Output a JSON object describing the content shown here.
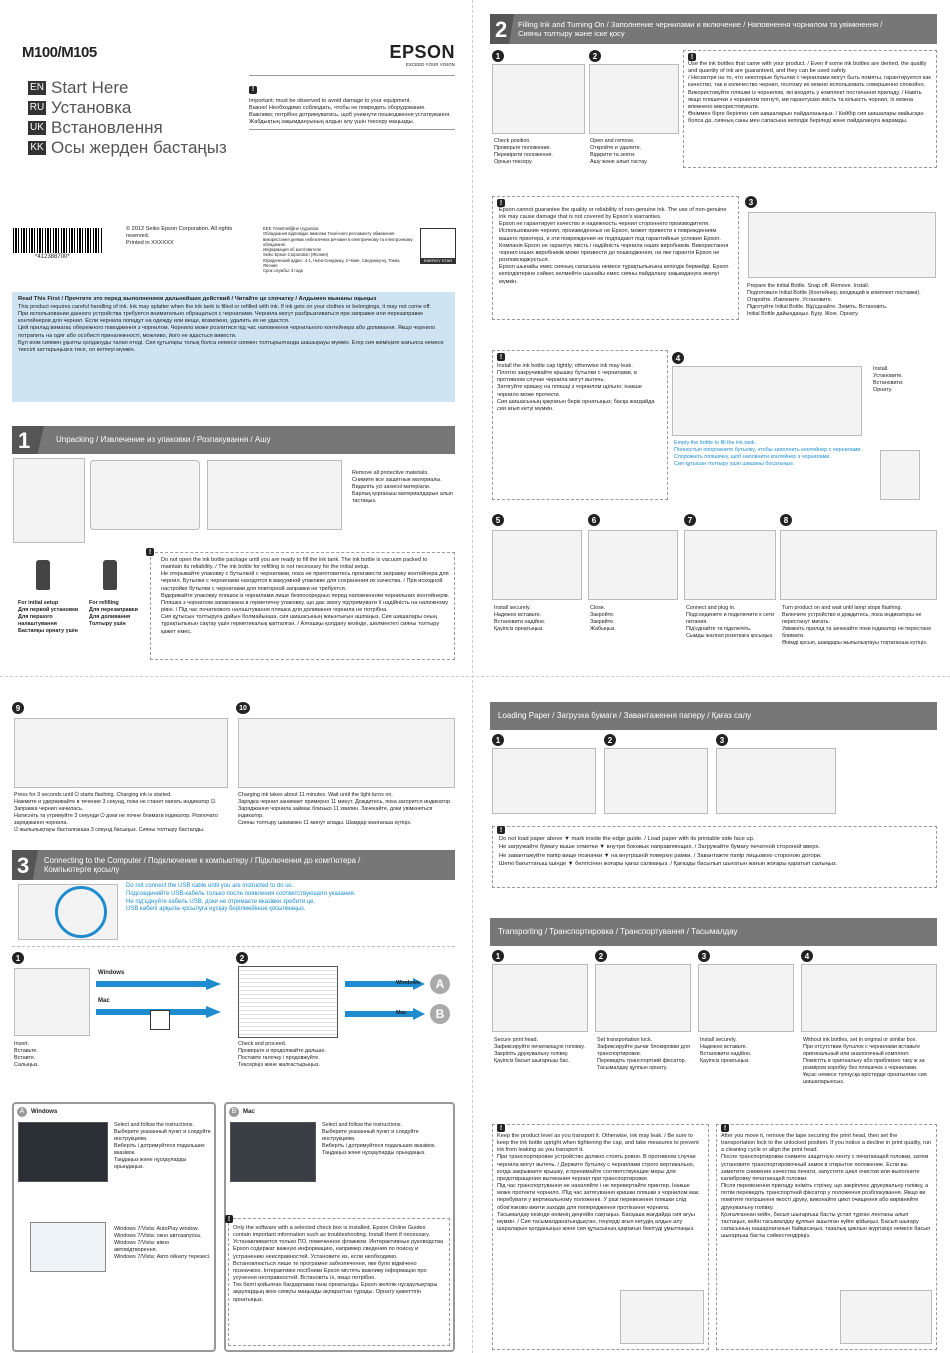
{
  "brand": {
    "logo": "EPSON",
    "tagline": "EXCEED YOUR VISION"
  },
  "model": "M100/M105",
  "titles": [
    {
      "code": "EN",
      "text": "Start Here"
    },
    {
      "code": "RU",
      "text": "Установка"
    },
    {
      "code": "UK",
      "text": "Встановлення"
    },
    {
      "code": "KK",
      "text": "Осы жерден бастаңыз"
    }
  ],
  "warning_top": "Important; must be observed to avoid damage to your equipment.\nВажно! Необходимо соблюдать, чтобы не повредить оборудование.\nВажливо; потрібно дотримуватись, щоб уникнути пошкодження устаткування.\nЖабдықтың зақымдануының алдын алу үшін тексеру маңызды.",
  "barcode_number": "*412388700*",
  "copyright": "© 2012 Seiko Epson Corporation. All rights reserved.\nPrinted in XXXXXX",
  "eee": "EEE Yönetmeliğine Uygundur.\nОбладнання відповідає вимогам Технічного регламенту обмеження використання деяких небезпечних речовин в електричному та електронному обладнанні.\nИнформация об изготовителе\nSeiko Epson Corporation (Япония)\nЮридический адрес: 4-1, Ниси-Синдзюку, 2-Чоме, Синдзюку-ку, Токио, Япония\nСрок службы: 3 года",
  "energy_star": "ENERGY STAR",
  "read_first_title": "Read This First / Прочтите это перед выполнением дальнейших действий / Читайте це спочатку / Алдымен мынаны оқыңыз",
  "read_first_body": "This product requires careful handling of ink. Ink may splatter when the ink tank is filled or refilled with ink. If ink gets on your clothes or belongings, it may not come off.\nПри использовании данного устройства требуется внимательно обращаться с чернилами. Чернила могут разбрызгиваться при заправке или перезаправке контейнеров для чернил. Если чернила попадут на одежду или вещи, возможно, удалить их не удастся.\nЦей прилад вимагає обережного поводження з чорнилом. Чорнило може розлитися під час наповнення чорнильного контейнера або доливання. Якщо чорнило потрапить на одяг або особисті приналежності, можливо, його не вдасться вивести.\nБұл өнім сиямен ұқыпты қолдануды талап етеді. Сия құтылары толық болса немесе сиямен толтырылғанда шашырауы мүмкін. Егер сия киіміңізге жағылса немесе тиесілі заттарыңызға тисе, ол кетпеуі мүмкін.",
  "sec1": {
    "num": "1",
    "title": "Unpacking / Извлечение из упаковки / Розпакування / Ашу"
  },
  "sec1_remove": "Remove all protective materials.\nСнимите все защитные материалы.\nВидаліть усі захисні матеріали.\nБарлық қорғаныш материалдарын алып тастаңыз.",
  "for_initial": "For initial setup\nДля первой установки\nДля першого налаштування\nБастапқы орнату үшін",
  "for_refill": "For refilling\nДля перезаправки\nДля доливання\nТолтыру үшін",
  "sec1_note": "Do not open the ink bottle package until you are ready to fill the ink tank. The ink bottle is vacuum packed to maintain its reliability. / The ink bottle for refilling is not necessary for the initial setup.\nНе открывайте упаковку с бутылкой с чернилами, пока не приготовитесь произвести заправку контейнера для чернил. Бутылки с чернилами находятся в вакуумной упаковке для сохранения их качества. / При исходной настройке бутылки с чернилами для повторной заправки не требуется.\nВідкривайте упаковку пляшок із чорнилами лише безпосередньо перед наповненням чорнильних контейнерів. Пляшка з чорнилом запакована в герметичну упаковку, що дає змогу підтримувати її надійність на належному рівні. / Під час початкового налаштування пляшка для доливання чорнила не потрібна.\nСия құтысын толтыруға дайын болмайынша, сия шишасының жиынтығын ашпаңыз. Сия шишалары оның тұрақтылығын сақтау үшін герметикалық қапталған. / Алғашқы қолдану кезінде, шөлмектегі сияны толтыру қажет емес.",
  "sec2": {
    "num": "2",
    "title": "Filling Ink and Turning On / Заполнение чернилами и включение / Наповнення чорнилом та увімкнення /\nСияны толтыру және іске қосу"
  },
  "s2_1": "Check position.\nПроверьте положение.\nПеревірити положення.\nОрнын тексеру.",
  "s2_2": "Open and remove.\nОткройте и удалите.\nВідкрити та зняти.\nАшу және алып тастау.",
  "s2_note_top": "Use the ink bottles that came with your product. / Even if some ink bottles are dented, the quality and quantity of ink are guaranteed, and they can be used safely.\n/ Несмотря на то, что некоторые бутылки с чернилами могут быть помяты, гарантируется как качество, так и количество чернил, поэтому их можно использовать совершенно спокойно.\nВикористовуйте пляшки із чорнилом, які входять у комплект постачання приладу. / Навіть якщо пляшечки з чорнилом погнуті, ми гарантуємо якість та кількість чорнил, їх можна впевнено використовувати.\nӨніммен бірге берілген сия шишаларын пайдаланыңыз. / Кейбір сия шишалары майысқан болса да, сияның саны мен сапасына кепілдік беріледі және пайдалануға жарамды.",
  "s2_note_mid": "Epson cannot guarantee the quality or reliability of non-genuine ink. The use of non-genuine ink may cause damage that is not covered by Epson's warranties.\nEpson не гарантирует качество и надежность чернил стороннего производителя. Использование чернил, произведенных не Epson, может привести к повреждениям вашего принтера, и эти повреждения не подпадают под гарантийные условия Epson.\nКомпанія Epson не гарантує якість і надійність чорнила інших виробників. Використання чорнил інших виробників може призвести до пошкодження, на яке гарантія Epson не розповсюджується.\nEpson шынайы емес сияның сапасына немесе тұрақтылығына кепілдік бермейді. Epson кепілдіктеріне сәйкес келмейтін шынайы емес сияны пайдалану зақымдануға әкелуі мүмкін.",
  "s2_3": "Prepare the Initial Bottle. Snap off. Remove. Install.\nПодготовьте Initial Bottle (Контейнер, входящий в комплект поставки). Откройте. Извлеките. Установите.\nПідготуйте Initial Bottle. Від'єднайте. Зніміть. Встановіть.\nInitial Bottle дайындаңыз. Бұзу. Жою. Орнату.",
  "s2_install": "Install the ink bottle cap tightly; otherwise ink may leak.\nПлотно закручивайте крышку бутылки с чернилами, в противном случае чернила могут вытечь.\nЗатягуйте кришку на пляшці з чорнилом щільно; інакше чорнило може протекти.\nСия шишасының қақпағын берік орнатыңыз; басқа жағдайда сия ағып кетуі мүмкін.",
  "s2_4": "Empty the bottle to fill the ink tank.\nПолностью опорожните бутылку, чтобы заполнить контейнер с чернилами.\nСпорожніть пляшечку, щоб наповнити контейнер з чорнилами.\nСия құтысын толтыру үшін шишаны босатыңыз.",
  "s2_4b": "Install.\nУстановите.\nВстановити.\nОрнату.",
  "s2_5": "Install securely.\nНадежно вставьте.\nВстановити надійно.\nҚауіпсіз орнатыңыз.",
  "s2_6": "Close.\nЗакройте.\nЗакрийте.\nЖабыңыз.",
  "s2_7": "Connect and plug in.\nПодсоедините и подключите к сети питания.\nПід'єднайте та підключіть.\nСымды жалғап розеткаға қосыңыз.",
  "s2_8": "Turn product on and wait until lamp stops flashing.\nВключите устройство и дождитесь, пока индикаторы не перестанут мигать.\nУвімкніть прилад та зачекайте поки індикатор не перестане блимати.\nӨнімді қосып, шамдары жыпылықтауы тоқтағанша күтіңіз.",
  "s2_9": "Press for 3 seconds until ⏻ starts flashing. Charging ink is started.\nНажмите и удерживайте в течение 3 секунд, пока не станет мигать индикатор ⏻. Заправка чернил начилась.\nНатисніть та утримуйте 3 секунди ⏻ доки не почне блимати індикатор. Розпочато заряджання чорнила.\n⏻ жыпылықтауы басталғанша 3 секунд басыңыз. Сияны толтыру басталды.",
  "s2_10": "Charging ink takes about 11 minutes. Wait until the light turns on.\nЗарядка чернил занимает примерно 11 минут. Дождитесь, пока загорится индикатор.\nЗаряджання чорнила займає близько 11 хвилин. Зачекайте, доки увімкнеться індикатор.\nСияны толтыру шамамен 11 минут алады. Шамдар жанғанша күтіңіз.",
  "sec3": {
    "num": "3",
    "title": "Connecting to the Computer / Подключение к компьютеру / Підключення до комп'ютера /\nКомпьютерге қосылу"
  },
  "sec3_warn": "Do not connect the USB cable until you are instructed to do so.\nПодсоединяйте USB-кабель только после появления соответствующего указания.\nНе під'єднуйте кабель USB, доки не отримаєте вказівки зробити це.\nUSB кабелі арқылы қосылуға нұсқау берілмейінше қосылмаңыз.",
  "s3_1": "Insert.\nВставьте.\nВставте.\nСалыңыз.",
  "s3_2": "Check and proceed.\nПроверьте и продолжайте дальше.\nПоставте галочку і продовжуйте.\nТексеріңіз және жалғастырыңыз.",
  "win": "Windows",
  "mac": "Mac",
  "label_a": "A",
  "label_b": "B",
  "sec_a_title": "Windows",
  "sec_b_title": "Mac",
  "select_follow": "Select and follow the instructions.\nВыберите указанный пункт и следуйте инструкциям.\nВиберіть і дотримуйтеся подальших вказівок.\nТаңдаңыз және нұсқауларды орындаңыз.",
  "win_autoplay": "Windows 7/Vista: AutoPlay window.\nWindows 7/Vista: окно автозапуска.\nWindows 7/Vista: вікно автовідтворення.\nWindows 7/Vista: Авто ойнату терезесі.",
  "mac_note": "Only the software with a selected check box is installed. Epson Online Guides contain important information such as troubleshooting. Install them if necessary.\nУстанавливается только ПО, помеченное флажком. Интерактивные руководства Epson содержат важную информацию, например сведения по поиску и устранению неисправностей. Установите их, если необходимо.\nВстановлюється лише те програмне забезпечення, яке було відмічено позначкою. Інтерактивні посібники Epson містять важливу інформацію про усунення несправностей. Встановіть їх, якщо потрібно.\nТек белгі қойылған бағдарлама ғана орнатылды. Epson желілік нұсқаулықтары ақаулардың жою сияқты маңызды ақпараттан тұрады. Орнату қажеттігін орнатыңыз.",
  "loading": {
    "title": "Loading Paper / Загрузка бумаги / Завантаження паперу / Қағаз салу"
  },
  "loading_note": "Do not load paper above ▼ mark inside the edge guide. / Load paper with its printable side face up.\nНе загружайте бумагу выше отметки ▼ внутри боковых направляющих. / Загружайте бумагу печатной стороной вверх.\nНе завантажуйте папір вище позначки ▼ на внутрішній поверхні рамки. / Завантажте папір лицьовою стороною догори.\nШеткі бағыттағыш ішінде ▼ белгісінен жоғары қағаз салмаңыз. / Қағазды басылып шығатын жағын жоғары қаратып салыңыз.",
  "transport": {
    "title": "Transporting / Транспортировка / Транспортування / Тасымалдау"
  },
  "t1": "Secure print head.\nЗафиксируйте печатающую головку.\nЗакріпіть друкувальну голівку.\nҚауіпсіз басып шығарғыш бас.",
  "t2": "Set transportation lock.\nЗафиксируйте рычаг блокировки для транспортировки.\nПереведіть транспортний фіксатор.\nТасымалдау құлпын орнату.",
  "t3": "Install securely.\nНадежно вставьте.\nВстановити надійно.\nҚауіпсіз орнатыңыз.",
  "t4": "Without ink bottles, set in original or similar box.\nПри отсутствии бутылок с чернилами вставьте оригинальный или аналогичный комплект.\nПомістіть в оригінальну або приблизно таку ж за розміром коробку без пляшечок з чорнилами.\nҰқсас немесе түпнұсқа өрістерде орнатылған сия шишаларынсыз.",
  "t_note1": "Keep the product level as you transport it. Otherwise, ink may leak. / Be sure to keep the ink bottle upright when tightening the cap, and take measures to prevent ink from leaking as you transport it.\nПри транспортировке устройство должно стоять ровно. В противном случае чернила могут вытечь. / Держите бутылку с чернилами строго вертикально, когда закрываете крышку, и принимайте соответствующие меры для предотвращения вытекания чернил при транспортировке.\nПід час транспортування не нахиляйте і не перевертайте принтер. Інакше може протекти чорнило. /Під час затягування кришки пляшки з чорнилом має перебувати у вертикальному положенні. У разі перевезення пляшки слід обов'язково вжити заходів для попередження протікання чорнила.\nТасымалдау кезінде өнімнің деңгейін сақтаңыз. Басқаша жағдайда сия ағуы мүмкін. / Сия тасымалданатындықтан, теңгерді ағып кетудің алдын алу шараларын қолданыңыз және сия құтысының қақпағын бекітуді ұмытпаңыз.",
  "t_note2": "After you move it, remove the tape securing the print head, then set the transportation lock to the unlocked position. If you notice a decline in print quality, run a cleaning cycle or align the print head.\nПосле транспортировки снимите защитную ленту с печатающей головки, затем установите транспортировочный замок в открытое положение. Если вы заметите снижение качества печати, запустите цикл очистки или выполните калибровку печатающей головки.\nПісля перевезення приладу зніміть стрічку, що закріплює друкувальну голівку, а потім переведіть транспортний фіксатор у положення розблокування. Якщо ви помітите погіршення якості друку, виконайте цикл очищення або вирівняйте друкувальну голівку.\nҚозғалғаннан кейін, басып шығарғыш басты ұстап тұрған лентаны алып тастаңыз, кейін тасымалдау құлпын ашылған күйге қойыңыз. Басып шығару сапасының нашарлағанын байқасаңыз, тазалық циклын жүргізіңіз немесе басып шығарғыш басты сәйкестендіріңіз."
}
